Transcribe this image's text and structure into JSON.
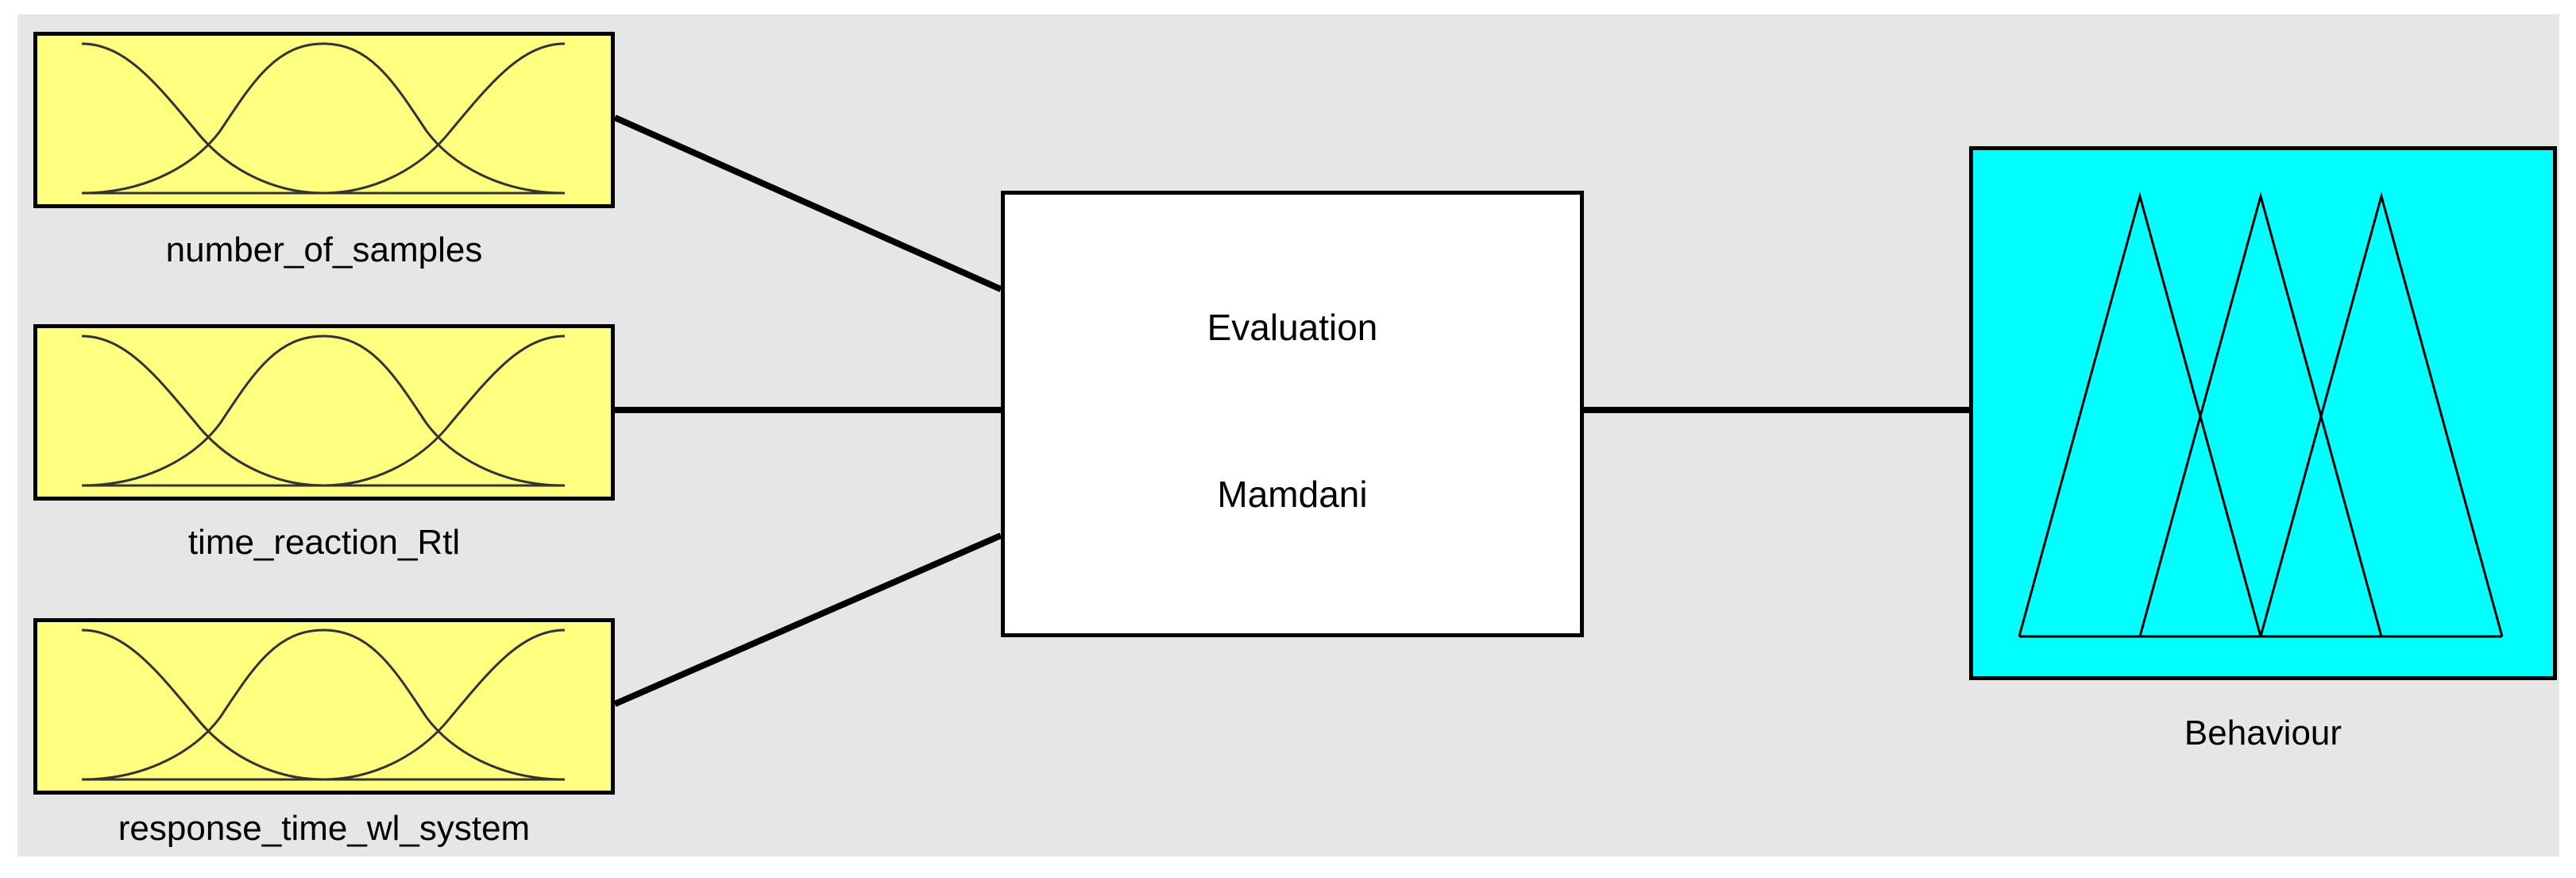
{
  "inputs": [
    {
      "name": "number_of_samples"
    },
    {
      "name": "time_reaction_Rtl"
    },
    {
      "name": "response_time_wl_system"
    }
  ],
  "engine": {
    "name": "Evaluation",
    "method": "Mamdani"
  },
  "output": {
    "name": "Behaviour"
  },
  "colors": {
    "input_fill": "#ffff80",
    "output_fill": "#00ffff",
    "engine_fill": "#ffffff",
    "background": "#e6e6e6"
  }
}
